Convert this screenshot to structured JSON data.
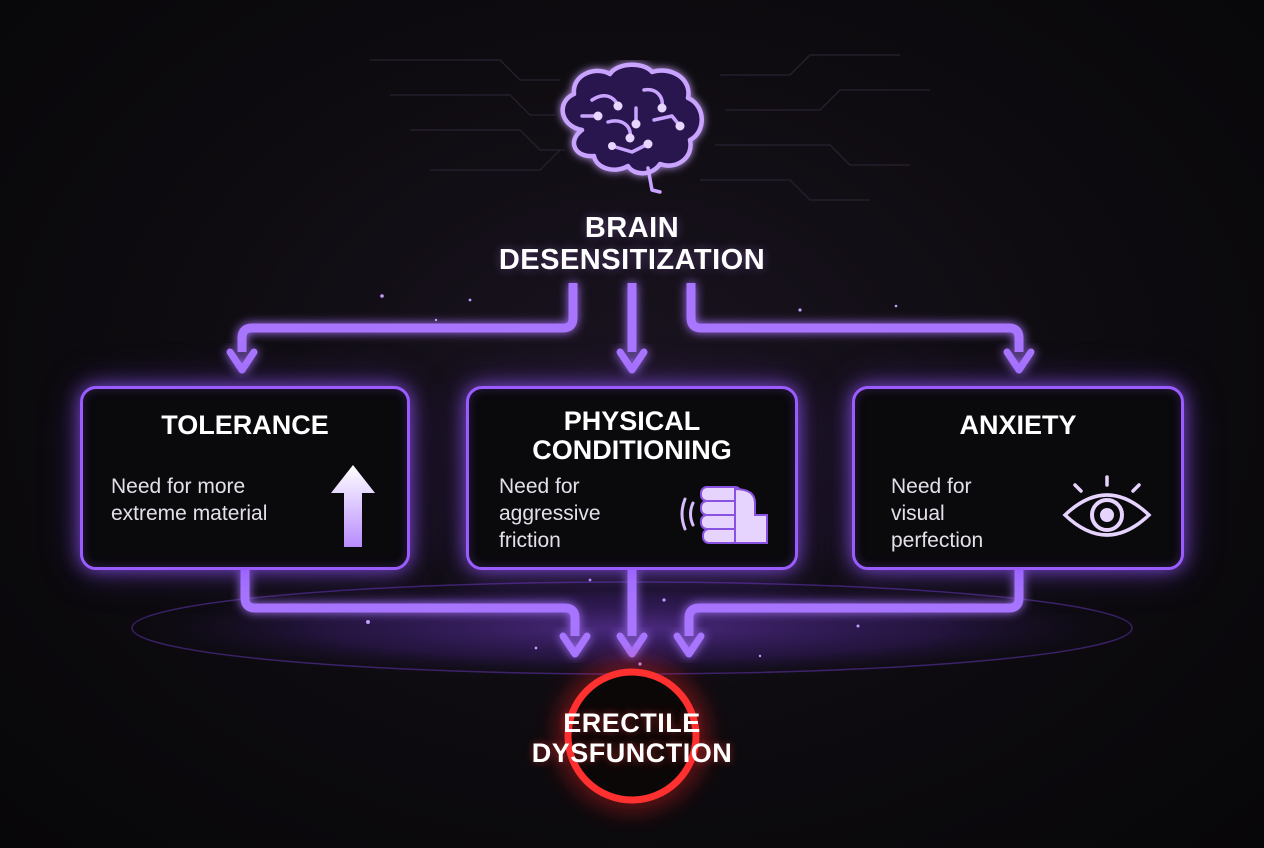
{
  "top_node": {
    "title_line1": "BRAIN",
    "title_line2": "DESENSITIZATION",
    "icon": "brain-circuit-icon"
  },
  "cards": [
    {
      "title": "TOLERANCE",
      "text_lines": [
        "Need for more",
        "extreme material"
      ],
      "icon": "arrow-up-icon"
    },
    {
      "title_line1": "PHYSICAL",
      "title_line2": "CONDITIONING",
      "text_lines": [
        "Need for",
        "aggressive",
        "friction"
      ],
      "icon": "fist-icon"
    },
    {
      "title": "ANXIETY",
      "text_lines": [
        "Need for",
        "visual",
        "perfection"
      ],
      "icon": "eye-icon"
    }
  ],
  "bottom_node": {
    "title_line1": "ERECTILE",
    "title_line2": "DYSFUNCTION"
  },
  "colors": {
    "background": "#0d0b0f",
    "accent": "#9b5cff",
    "danger": "#ff2a2a",
    "text": "#ffffff"
  }
}
